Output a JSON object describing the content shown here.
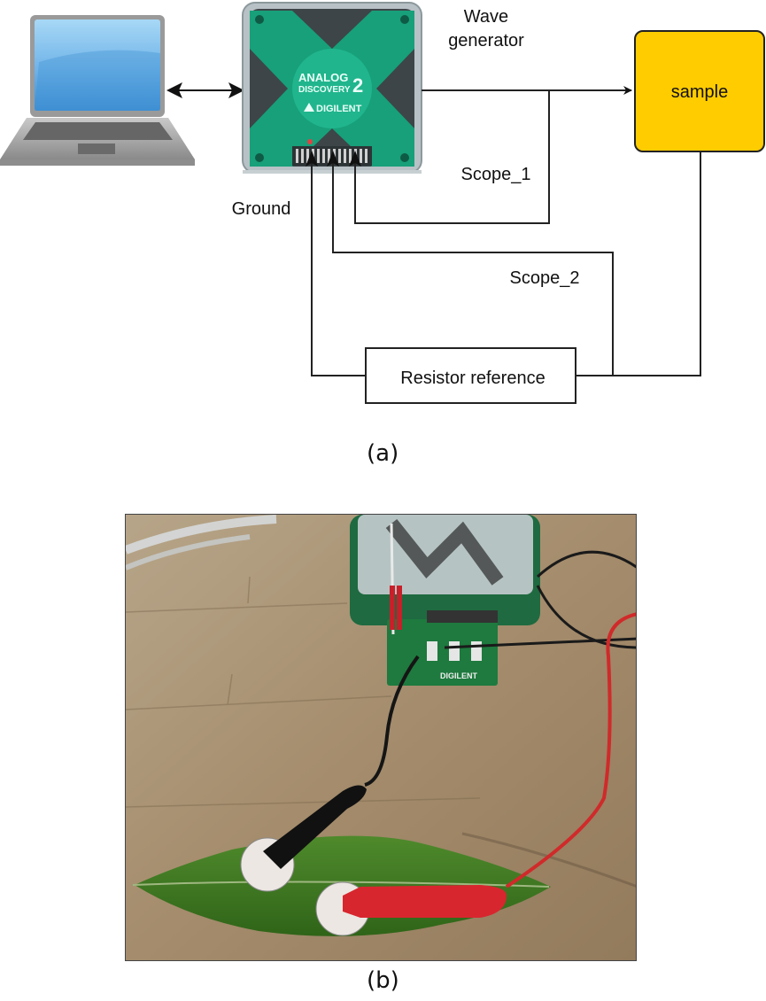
{
  "panel_a": {
    "caption": "(a)",
    "nodes": {
      "computer": {
        "icon": "laptop-icon"
      },
      "device": {
        "icon": "analog-discovery-device-icon",
        "brand_line1": "ANALOG",
        "brand_line2": "DISCOVERY",
        "model_number": "2",
        "maker": "DIGILENT"
      },
      "sample": {
        "label": "sample",
        "fill": "#FFCC00"
      },
      "resistor": {
        "label": "Resistor reference"
      }
    },
    "labels": {
      "wave_generator_line1": "Wave",
      "wave_generator_line2": "generator",
      "scope_1": "Scope_1",
      "scope_2": "Scope_2",
      "ground": "Ground"
    },
    "connections": [
      {
        "from": "computer",
        "to": "device",
        "type": "bidirectional"
      },
      {
        "from": "device",
        "to": "sample",
        "label": "Wave generator"
      },
      {
        "from": "wave_generator_line",
        "to": "device",
        "label": "Scope_1"
      },
      {
        "from": "resistor_sample_node",
        "to": "device",
        "label": "Scope_2"
      },
      {
        "from": "resistor",
        "to": "device",
        "label": "Ground"
      },
      {
        "from": "sample",
        "to": "resistor"
      }
    ]
  },
  "panel_b": {
    "caption": "(b)",
    "photo_description": "Analog Discovery 2 with breadboard adapter connected via black and red alligator clips to electrodes on a green leaf",
    "board_label": "DIGILENT"
  }
}
